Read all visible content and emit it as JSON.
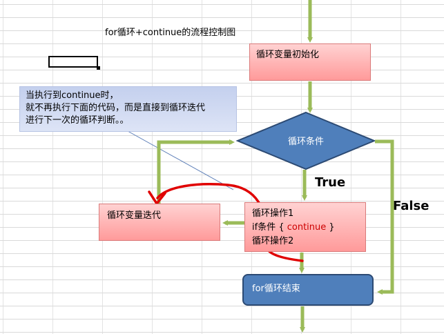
{
  "title": "for循环+continue的流程控制图",
  "callout_text": "当执行到continue时，\n就不再执行下面的代码，而是直接到循环迭代\n进行下一次的循环判断。。",
  "nodes": {
    "init": "循环变量初始化",
    "condition": "循环条件",
    "ops": {
      "line1": "循环操作1",
      "line2_prefix": "if条件 { ",
      "line2_keyword": "continue",
      "line2_suffix": "  }",
      "line3": "循环操作2"
    },
    "iteration": "循环变量迭代",
    "end": "for循环结束"
  },
  "edge_labels": {
    "true": "True",
    "false": "False"
  },
  "colors": {
    "arrow": "#9bbb59",
    "diamond_fill": "#4f7fbb",
    "diamond_stroke": "#2c4a73",
    "end_fill": "#4f7fbb",
    "continue_curve": "#e00000",
    "continue_keyword": "#cc0000",
    "box_fill_top": "#ffd2d2",
    "box_fill_bottom": "#ff9a9a",
    "callout_fill": "#c4d0ee"
  }
}
